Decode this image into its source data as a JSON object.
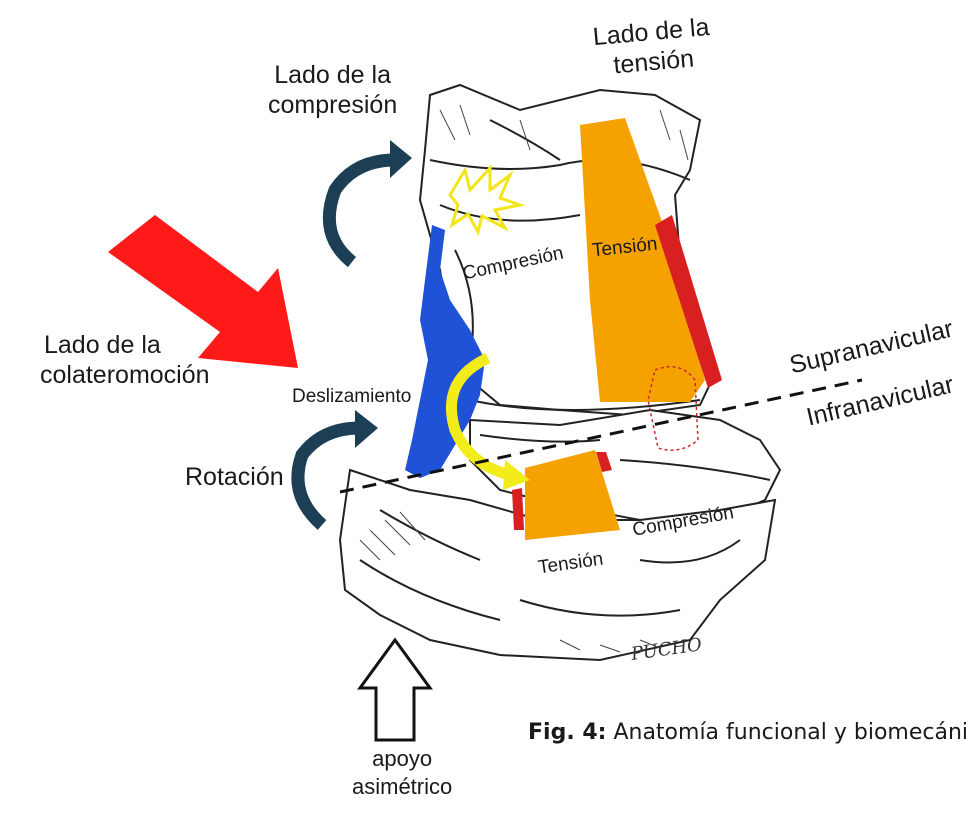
{
  "labels": {
    "compression_side": [
      "Lado de la",
      "compresión"
    ],
    "tension_side": [
      "Lado de la",
      "tensión"
    ],
    "collateral_side": [
      "Lado de la",
      "colateromoción"
    ],
    "compression_upper": "Compresión",
    "tension_upper": "Tensión",
    "sliding": "Deslizamiento",
    "rotation": "Rotación",
    "supranavicular": "Supranavicular",
    "infranavicular": "Infranavicular",
    "tension_lower": "Tensión",
    "compression_lower": "Compresión",
    "support": [
      "apoyo",
      "asimétrico"
    ],
    "signature": "PUCHO"
  },
  "caption": {
    "prefix": "Fig. 4:",
    "text": "Anatomía funcional y biomecáni"
  },
  "colors": {
    "tension": "#f5a200",
    "ligament": "#d92020",
    "sliding": "#1f52d6",
    "big_arrow": "#ff1a1a",
    "curved_arrow": "#1c3f55",
    "yellow_arrow": "#f2ec1a"
  }
}
